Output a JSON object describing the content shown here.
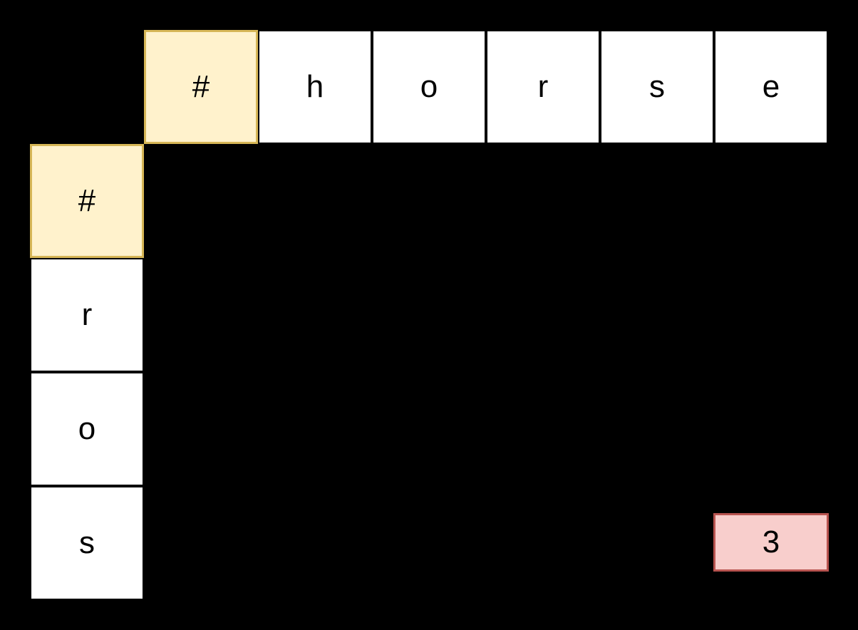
{
  "grid": {
    "top_header": {
      "cells": [
        {
          "label": "#",
          "highlight": true
        },
        {
          "label": "h",
          "highlight": false
        },
        {
          "label": "o",
          "highlight": false
        },
        {
          "label": "r",
          "highlight": false
        },
        {
          "label": "s",
          "highlight": false
        },
        {
          "label": "e",
          "highlight": false
        }
      ]
    },
    "left_header": {
      "cells": [
        {
          "label": "#",
          "highlight": true
        },
        {
          "label": "r",
          "highlight": false
        },
        {
          "label": "o",
          "highlight": false
        },
        {
          "label": "s",
          "highlight": false
        }
      ]
    },
    "result": {
      "value": "3"
    }
  },
  "colors": {
    "canvas_bg": "#000000",
    "cell_fill": "#ffffff",
    "cell_border": "#000000",
    "highlight_fill": "#fff2cc",
    "highlight_border": "#d6b656",
    "result_fill": "#f8cecc",
    "result_border": "#b85450",
    "text": "#000000"
  }
}
